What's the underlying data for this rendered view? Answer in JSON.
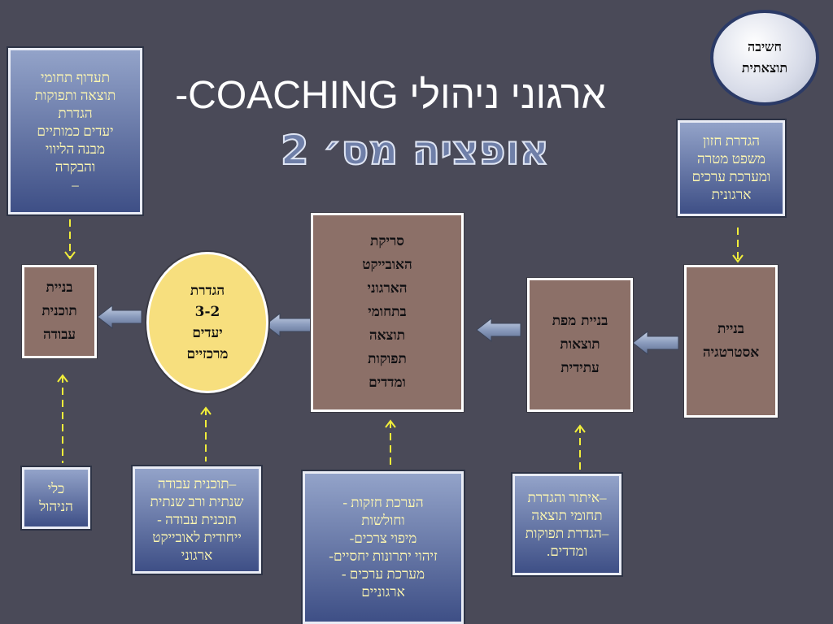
{
  "title": "ארגוני ניהולי COACHING-",
  "subtitle": "אופציה מס׳ 2",
  "circle": {
    "text": "חשיבה\nתוצאתית"
  },
  "top_boxes": {
    "left": "תעדוף תחומי\nתוצאה ותפוקות\nהגדרת\nיעדים כמותיים\nמבנה הליווי\nוהבקרה\n–",
    "right": "הגדרת חזון\nמשפט מטרה\nומערכת ערכים\nארגונית"
  },
  "flow": {
    "strategy": "בניית\nאסטרטגיה",
    "future_map": "בניית מפת\nתוצאות\nעתידית",
    "scan": "סריקת\nהאובייקט\nהארגוני\nבתחומי\nתוצאה\nתפוקות\nומדדים",
    "goals": "הגדרת\n3-2\nיעדים\nמרכזיים",
    "work_plan": "בניית\nתוכנית\nעבודה"
  },
  "bottom_boxes": {
    "tools": "כלי\nהניהול",
    "plans": "–תוכנית עבודה\nשנתית ורב שנתית\nתוכנית עבודה -\nייחודית לאובייקט\nארגוני",
    "assessment": "הערכת חזקות -\nוחולשות\nמיפוי צרכים-\nזיהוי יתרונות יחסיים-\nמערכת ערכים -\nארגוניים",
    "identify": "–איתור והגדרת\nתחומי תוצאה\n–הגדרת תפוקות\nומדדים."
  },
  "colors": {
    "background": "#4a4a58",
    "blue_box": "#4d5e94",
    "brown_box": "#8c7068",
    "oval": "#f7df7e",
    "blue_text": "#fff8b0",
    "dashed_line": "#f1ee3a"
  }
}
